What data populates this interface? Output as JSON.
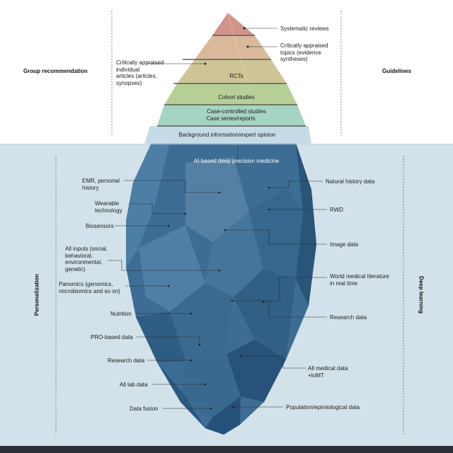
{
  "colors": {
    "above_bg": "#ffffff",
    "below_bg": "#d3e2ea",
    "iceberg": "#3f6f96",
    "tier_1": "#d2938a",
    "tier_2": "#d9b99a",
    "tier_3": "#cdc596",
    "tier_4": "#b6cf97",
    "tier_5": "#a6d4c2",
    "tier_6": "#c6dbe8"
  },
  "headers": {
    "left_top": "Group recommendation",
    "right_top": "Guidelines",
    "left_bottom": "Personalization",
    "right_bottom": "Deep learning"
  },
  "pyramid": {
    "rcts": "RCTs",
    "cohort": "Cohort studies",
    "case_controlled": "Case-controlled studies",
    "case_series": "Case series/reports",
    "background": "Background information/expert opinion"
  },
  "above_callouts": {
    "systematic_reviews": "Systematic reviews",
    "cat_line1": "Critically appraised",
    "cat_line2": "topics (evidence",
    "cat_line3": "syntheses)",
    "cai_line1": "Critically appraised",
    "cai_line2": "individual",
    "cai_line3": "articles (articles,",
    "cai_line4": "synopses)"
  },
  "iceberg": {
    "title": "AI-based deep precision medicine"
  },
  "left_labels": {
    "emr_1": "EMR, personal",
    "emr_2": "history",
    "wear_1": "Wearable",
    "wear_2": "technology",
    "biosensors": "Biosensors",
    "inputs_1": "All inputs (social,",
    "inputs_2": "behavioral,",
    "inputs_3": "environmental,",
    "inputs_4": "genetic)",
    "panomics_1": "Panomics (genomics,",
    "panomics_2": "microbiomics and so on)",
    "nutrition": "Nutrition",
    "pro": "PRO-based data",
    "research": "Research data",
    "lab": "All lab data",
    "fusion": "Data fusion"
  },
  "right_labels": {
    "natural_history": "Natural history data",
    "rwd": "RWD",
    "image": "Image data",
    "wml_1": "World medical literature",
    "wml_2": "in real time",
    "research": "Research data",
    "amd_1": "All medical data",
    "amd_2": "+IoMT",
    "population": "Population/epimiological data"
  }
}
